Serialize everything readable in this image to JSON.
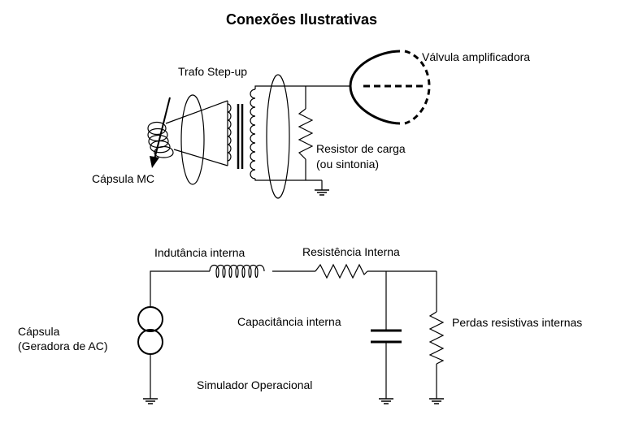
{
  "title": "Conexões Ilustrativas",
  "top_circuit": {
    "transformer_label": "Trafo Step-up",
    "tube_label": "Válvula amplificadora",
    "resistor_label_line1": "Resistor de carga",
    "resistor_label_line2": "(ou sintonia)",
    "cartridge_label": "Cápsula MC"
  },
  "bottom_circuit": {
    "inductance_label": "Indutância interna",
    "resistance_label": "Resistência Interna",
    "capacitance_label": "Capacitância interna",
    "losses_label": "Perdas resistivas internas",
    "source_label_line1": "Cápsula",
    "source_label_line2": "(Geradora de AC)",
    "simulator_label": "Simulador Operacional"
  }
}
